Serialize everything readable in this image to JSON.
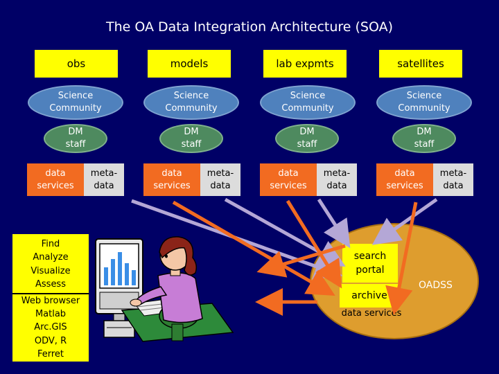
{
  "title": "The OA Data Integration Architecture (SOA)",
  "columns": [
    {
      "source": "obs",
      "community": "Science Community",
      "staff": "DM staff",
      "services": "data services",
      "metadata": "meta-data"
    },
    {
      "source": "models",
      "community": "Science Community",
      "staff": "DM staff",
      "services": "data services",
      "metadata": "meta-data"
    },
    {
      "source": "lab expmts",
      "community": "Science Community",
      "staff": "DM staff",
      "services": "data services",
      "metadata": "meta-data"
    },
    {
      "source": "satellites",
      "community": "Science Community",
      "staff": "DM staff",
      "services": "data services",
      "metadata": "meta-data"
    }
  ],
  "tools": {
    "actions": [
      "Find",
      "Analyze",
      "Visualize",
      "Assess"
    ],
    "apps": [
      "Web browser",
      "Matlab",
      "Arc.GIS",
      "ODV, R",
      "Ferret"
    ]
  },
  "oadss": {
    "label": "OADSS",
    "search_portal": "search portal",
    "archive": "archive",
    "data_services": "data services"
  },
  "colors": {
    "background": "#000066",
    "source_box": "#ffff00",
    "community": "#4f81bd",
    "staff": "#4e8a5f",
    "services": "#f26b21",
    "metadata": "#dcdcdc",
    "oadss": "#de9d2e",
    "arrow_orange": "#f26b21",
    "arrow_lavender": "#b4a7d6"
  },
  "icons": {
    "user": "person-at-computer-icon",
    "monitor": "bar-chart-monitor-icon"
  }
}
